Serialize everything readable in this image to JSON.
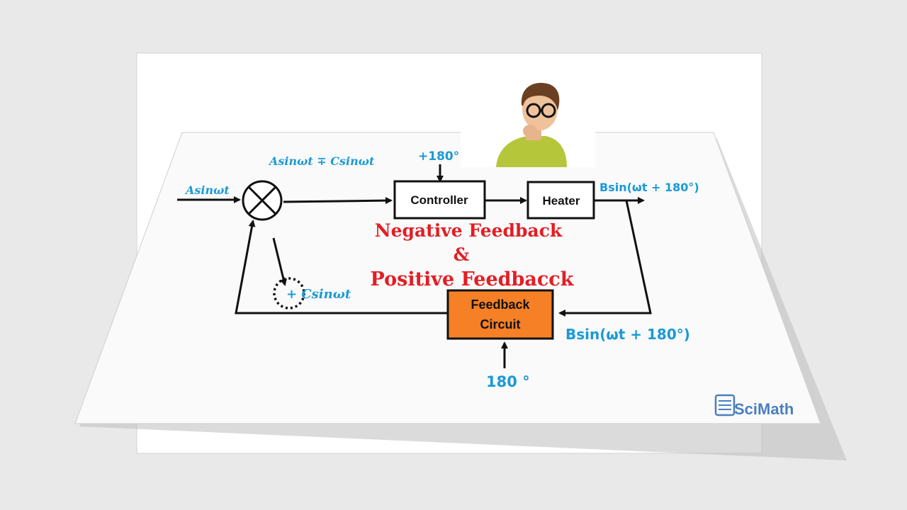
{
  "diagram": {
    "input_label": "Asinωt",
    "sum_label": "Asinωt ∓ Csinωt",
    "top_phase_label": "+180°",
    "controller_label": "Controller",
    "heater_label": "Heater",
    "output_label": "Bsin(ωt + 180°)",
    "title_line1": "Negative Feedback",
    "title_line2": "&",
    "title_line3": "Positive Feedbacck",
    "sign_label": "+ Csinωt",
    "feedback_line1": "Feedback",
    "feedback_line2": "Circuit",
    "feedback_in_label": "Bsin(ωt + 180°)",
    "bottom_phase_label": "180 °"
  },
  "logo": {
    "text": "SciMath"
  },
  "colors": {
    "label_blue": "#1a9ad6",
    "title_red": "#e31e24",
    "feedback_orange": "#f58025"
  }
}
